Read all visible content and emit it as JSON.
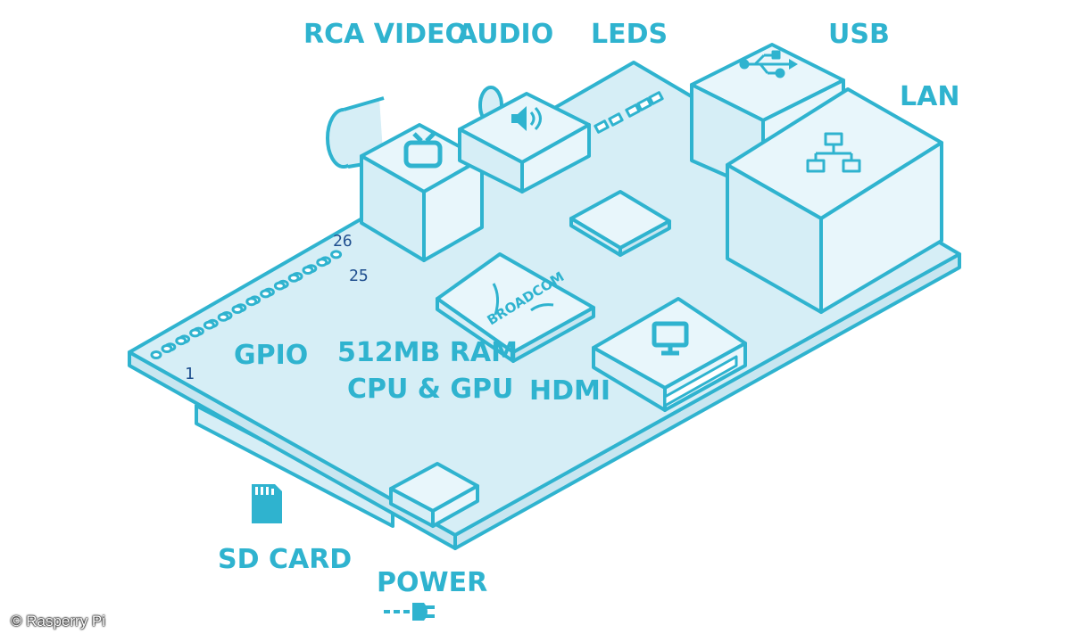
{
  "labels": {
    "rca_video": "RCA VIDEO",
    "audio": "AUDIO",
    "leds": "LEDS",
    "usb": "USB",
    "lan": "LAN",
    "gpio": "GPIO",
    "ram_line1": "512MB RAM",
    "ram_line2": "CPU & GPU",
    "hdmi": "HDMI",
    "sd_card": "SD CARD",
    "power": "POWER"
  },
  "pins": {
    "pin_26": "26",
    "pin_25": "25",
    "pin_1": "1"
  },
  "chip_brand": "BROADCOM",
  "credit": "© Rasperry Pi",
  "colors": {
    "outline": "#2fb3cf",
    "board_fill": "#d6eef6",
    "component_fill": "#e8f6fb",
    "pin_numbers": "#1f4f8f"
  },
  "icons": [
    "tv-icon",
    "speaker-icon",
    "usb-icon",
    "network-icon",
    "monitor-icon",
    "sd-card-icon",
    "power-plug-icon"
  ]
}
